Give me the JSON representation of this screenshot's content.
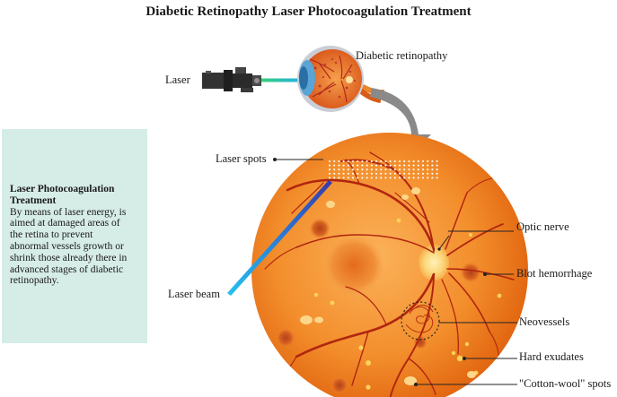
{
  "title": "Diabetic Retinopathy Laser Photocoagulation Treatment",
  "info": {
    "heading": "Laser Photocoagulation Treatment",
    "lines": [
      "By means of laser energy, is",
      "aimed at damaged areas of",
      "the retina to prevent",
      "abnormal vessels growth or",
      "shrink those already there in",
      "advanced stages of diabetic",
      "retinopathy."
    ]
  },
  "labels": {
    "laser": "Laser",
    "diabetic_retinopathy": "Diabetic retinopathy",
    "laser_spots": "Laser spots",
    "laser_beam": "Laser beam",
    "optic_nerve": "Optic nerve",
    "blot_hemorrhage": "Blot hemorrhage",
    "neovessels": "Neovessels",
    "hard_exudates": "Hard exudates",
    "cotton_wool_spots": "\"Cotton-wool\" spots"
  },
  "colors": {
    "retina_center": "#f9a64a",
    "retina_edge": "#e2660f",
    "vessel": "#b1260f",
    "info_background": "#d6ece7",
    "laser_beam": "#3aa0e0"
  }
}
